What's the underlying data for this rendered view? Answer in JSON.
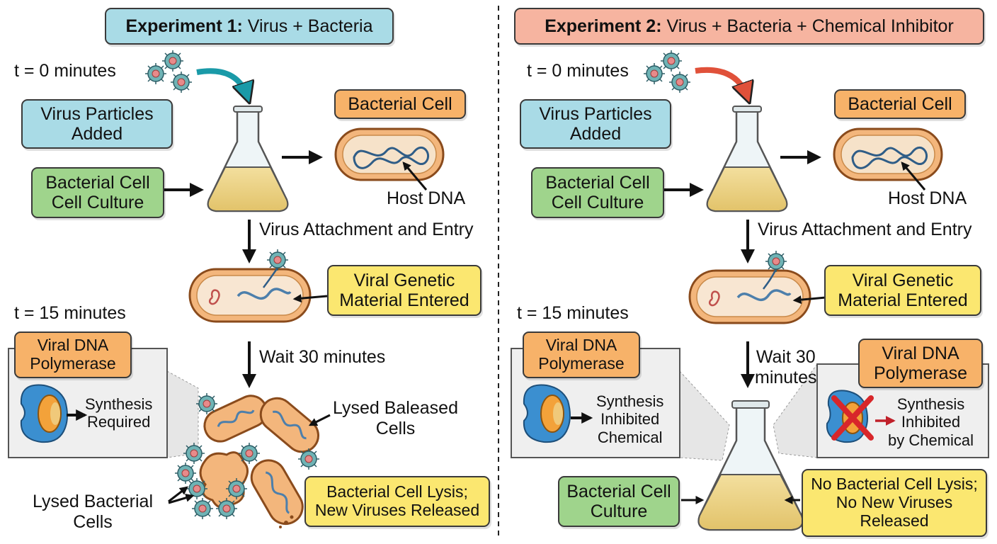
{
  "exp1": {
    "title_bold": "Experiment 1:",
    "title_rest": " Virus + Bacteria",
    "t0": "t = 0 minutes",
    "virus_added": "Virus Particles\nAdded",
    "bacterial_cell": "Bacterial Cell",
    "culture": "Bacterial Cell\nCell Culture",
    "host_dna": "Host DNA",
    "attach_step": "Virus Attachment and Entry",
    "genetic_entered": "Viral Genetic\nMaterial Entered",
    "t15": "t = 15 minutes",
    "polymerase": "Viral DNA\nPolymerase",
    "synthesis": "Synthesis\nRequired",
    "wait": "Wait 30 minutes",
    "lysed_released": "Lysed Baleased\nCells",
    "lysed_bacterial": "Lysed Bacterial\nCells",
    "lysis_result": "Bacterial Cell Lysis;\nNew Viruses Released"
  },
  "exp2": {
    "title_bold": "Experiment 2:",
    "title_rest": " Virus + Bacteria + Chemical Inhibitor",
    "t0": "t = 0 minutes",
    "virus_added": "Virus Particles\nAdded",
    "bacterial_cell": "Bacterial Cell",
    "culture": "Bacterial Cell\nCell Culture",
    "host_dna": "Host DNA",
    "attach_step": "Virus Attachment and Entry",
    "genetic_entered": "Viral Genetic\nMaterial Entered",
    "t15": "t = 15 minutes",
    "polymerase_left": "Viral DNA\nPolymerase",
    "synthesis_left": "Synthesis\nInhibited\nChemical",
    "wait": "Wait 30\nminutes",
    "polymerase_right": "Viral DNA\nPolymerase",
    "synthesis_right": "Synthesis\nInhibited\nby Chemical",
    "culture_bottom": "Bacterial Cell\nCulture",
    "no_lysis": "No Bacterial Cell Lysis;\nNo New Viruses\nReleased"
  },
  "colors": {
    "label_blue": "#a9dbe6",
    "label_green": "#9fd48c",
    "label_orange": "#f7b269",
    "label_yellow": "#fbe770",
    "label_salmon": "#f6b4a0",
    "arrow_teal": "#1a9aa8",
    "arrow_red": "#e0513a",
    "inhibitor_red": "#d8262a"
  }
}
